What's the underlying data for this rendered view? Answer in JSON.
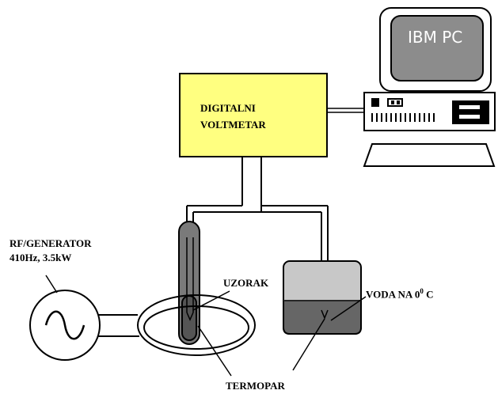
{
  "labels": {
    "voltmeter_line1": "DIGITALNI",
    "voltmeter_line2": "VOLTMETAR",
    "pc_screen": "IBM PC",
    "generator_line1": "RF/GENERATOR",
    "generator_line2": "410Hz, 3.5kW",
    "sample": "UZORAK",
    "water_prefix": "VODA NA 0",
    "water_degree": "0",
    "water_unit": " C",
    "thermocouple": "TERMOPAR"
  },
  "colors": {
    "voltmeter_fill": "#ffff80",
    "screen_fill": "#8c8c8c",
    "water_fill": "#666666",
    "glass_fill": "#c8c8c8",
    "sample_tube_fill": "#7a7a7a",
    "line": "#000000"
  }
}
